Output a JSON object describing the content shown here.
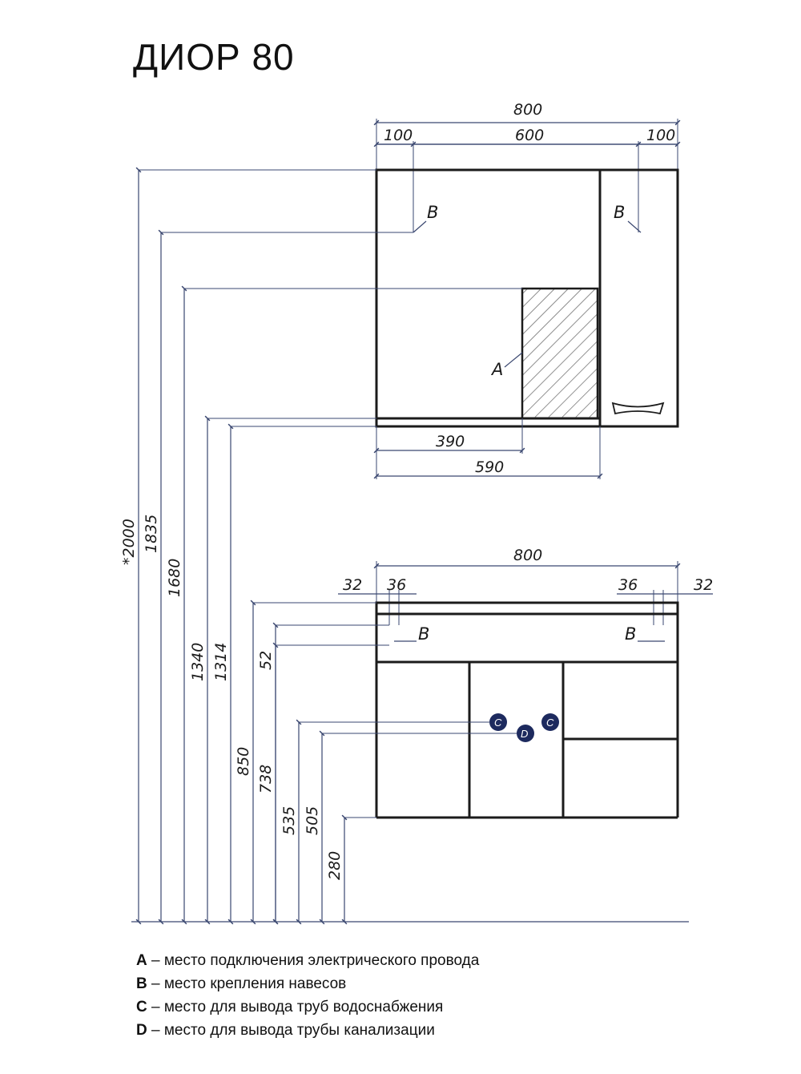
{
  "title": "ДИОР 80",
  "mirror_cabinet": {
    "dims": {
      "total_width": "800",
      "left": "100",
      "middle": "600",
      "right": "100",
      "a_offset": "390",
      "a_width": "590"
    },
    "labels": {
      "b_left": "B",
      "b_right": "B",
      "a": "A"
    }
  },
  "vanity": {
    "dims": {
      "total_width": "800",
      "left_outer": "32",
      "left_inner": "36",
      "right_inner": "36",
      "right_outer": "32"
    },
    "labels": {
      "b_left": "B",
      "b_right": "B"
    },
    "markers": {
      "c_left": "C",
      "c_right": "C",
      "d": "D"
    }
  },
  "heights": [
    "*2000",
    "1835",
    "1680",
    "1340",
    "1314",
    "850",
    "738",
    "52",
    "535",
    "505",
    "280"
  ],
  "legend": [
    {
      "key": "A",
      "text": " – место подключения электрического провода"
    },
    {
      "key": "B",
      "text": " – место крепления навесов"
    },
    {
      "key": "C",
      "text": " – место для вывода труб водоснабжения"
    },
    {
      "key": "D",
      "text": " – место для вывода трубы канализации"
    }
  ]
}
